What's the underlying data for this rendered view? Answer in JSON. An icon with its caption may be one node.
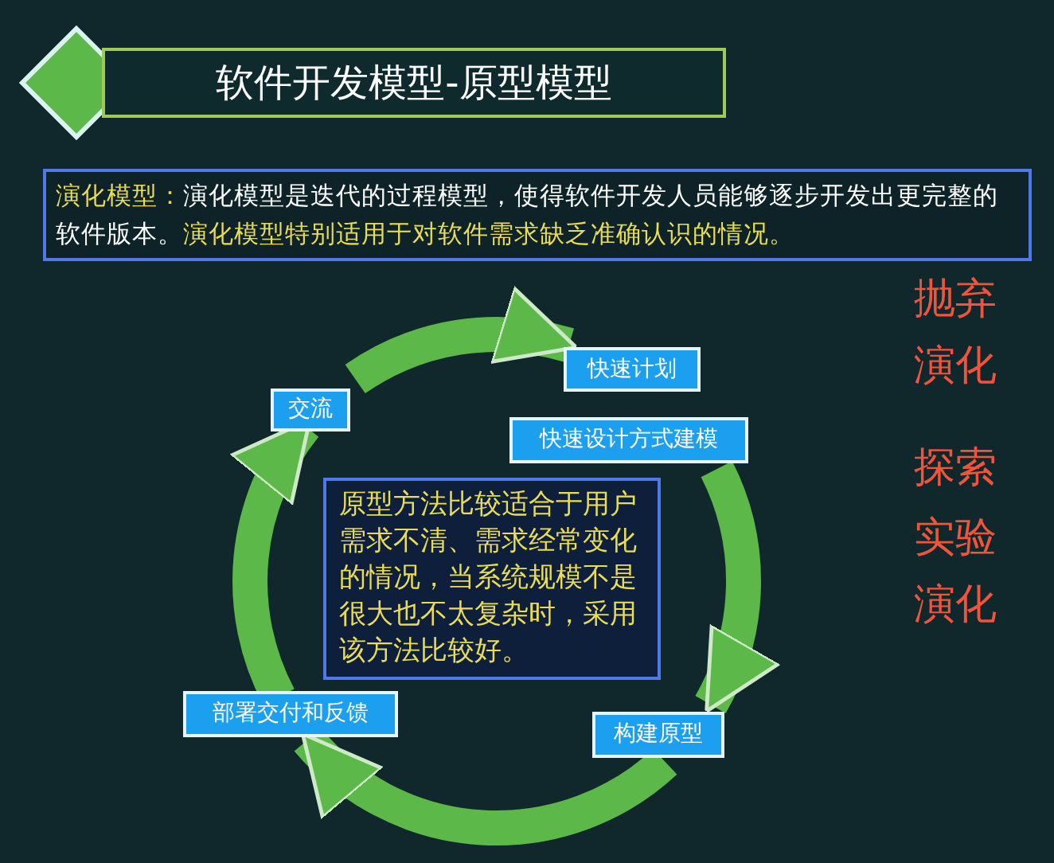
{
  "diagram": {
    "title": "软件开发模型-原型模型",
    "nodes": [
      {
        "text": [
          "演化模型：",
          "演化模型是迭代的过程模型，使得软件开发人员能够逐步开发出更完整的软件版本。",
          "演化模型特别适用于对软件需求缺乏准确认识的情况。"
        ]
      },
      {
        "text": [
          "交流"
        ]
      },
      {
        "text": [
          "快速计划"
        ]
      },
      {
        "text": [
          "快速设计方式建模"
        ]
      },
      {
        "text": [
          "原型方法比较适合于用户需求不清、需求经常变化的情况，当系统规模不是很大也不太复杂时，采用该方法比较好。"
        ]
      },
      {
        "text": [
          "构建原型"
        ]
      },
      {
        "text": [
          "部署交付和反馈"
        ]
      }
    ],
    "edges": [
      {
        "from": 1,
        "to": 2,
        "arrow": "to"
      },
      {
        "from": 3,
        "to": 5,
        "arrow": "to"
      },
      {
        "from": 5,
        "to": 6,
        "arrow": "to"
      },
      {
        "from": 6,
        "to": 1,
        "arrow": "to"
      }
    ],
    "labels": [
      "抛弃",
      "演化",
      "探索",
      "实验",
      "演化"
    ]
  }
}
